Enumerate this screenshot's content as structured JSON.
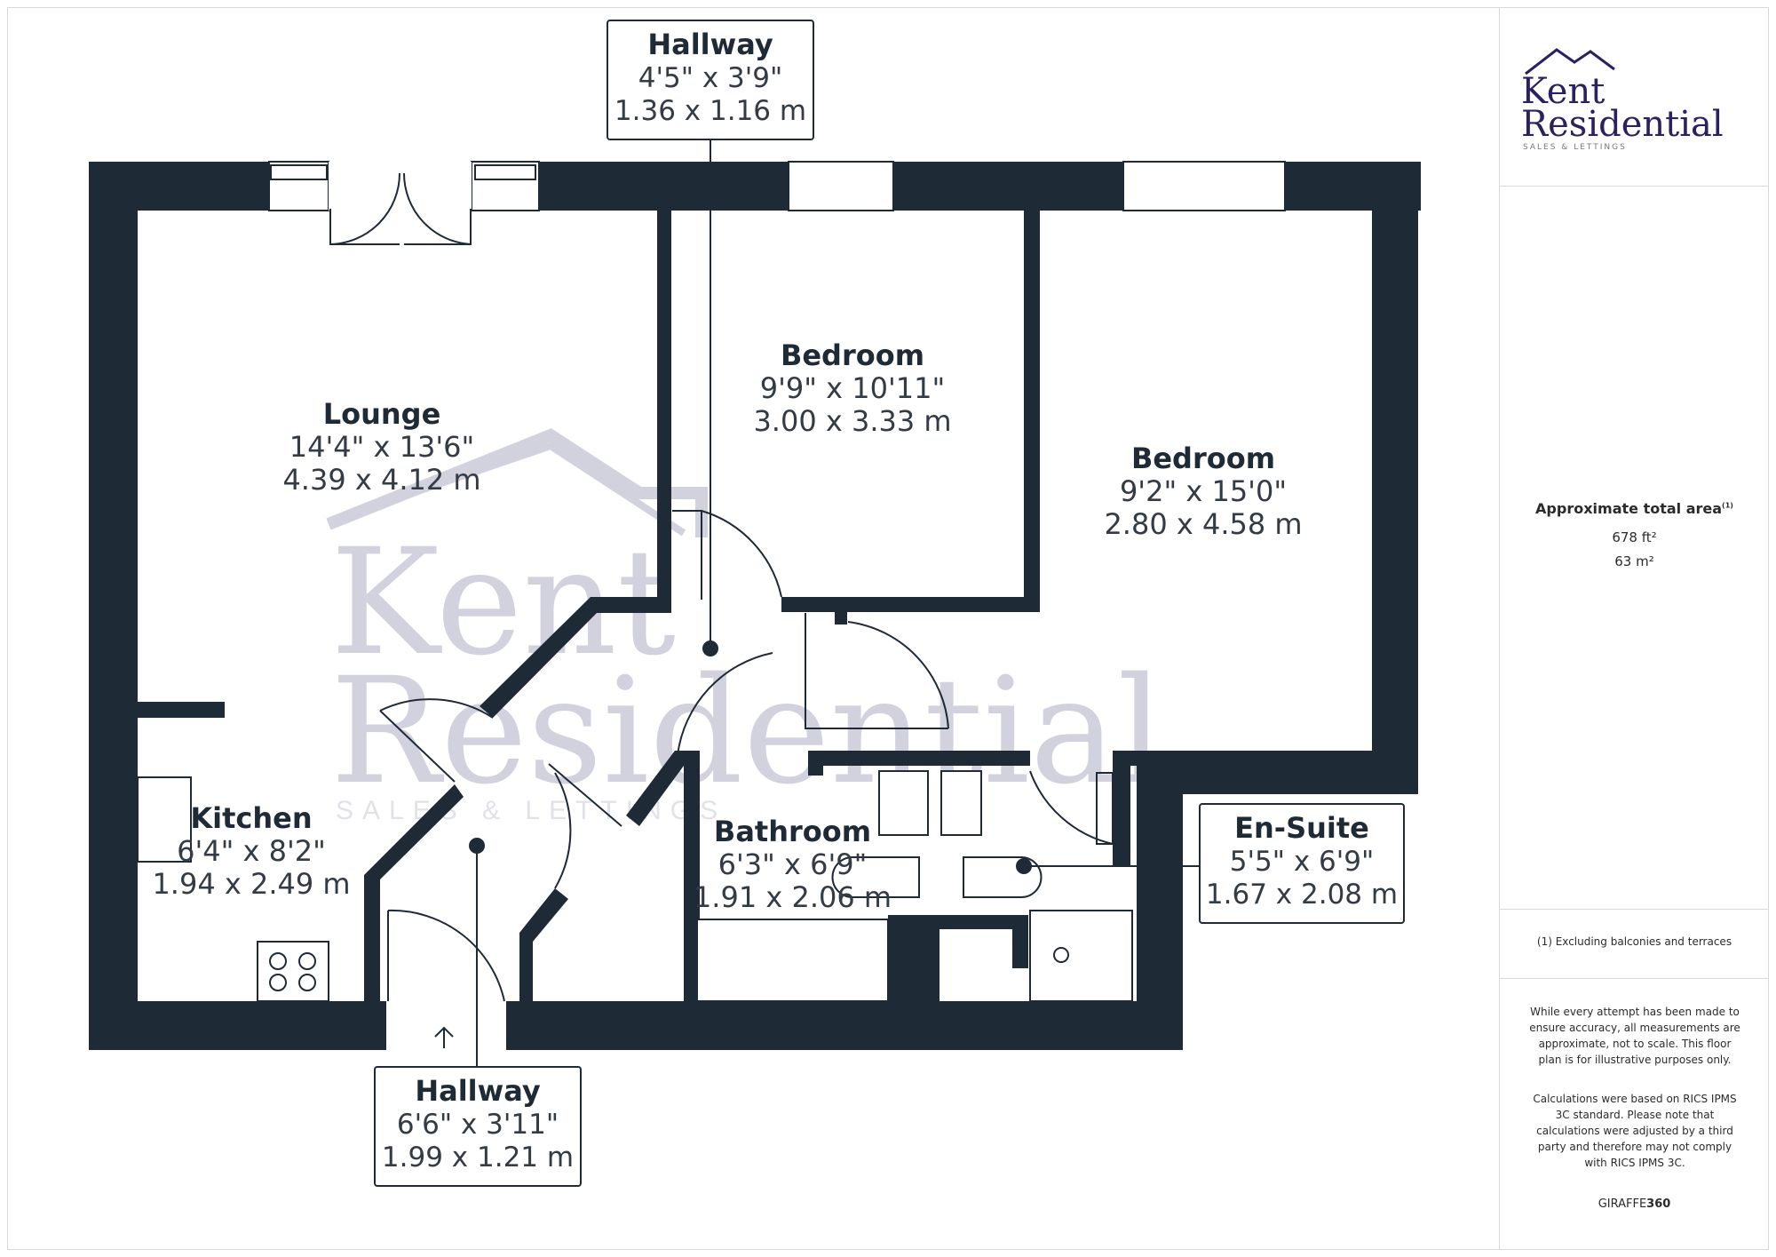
{
  "rooms": {
    "lounge": {
      "name": "Lounge",
      "imperial": "14'4\" x 13'6\"",
      "metric": "4.39 x 4.12 m"
    },
    "bedroom1": {
      "name": "Bedroom",
      "imperial": "9'9\" x 10'11\"",
      "metric": "3.00 x 3.33 m"
    },
    "bedroom2": {
      "name": "Bedroom",
      "imperial": "9'2\" x 15'0\"",
      "metric": "2.80 x 4.58 m"
    },
    "kitchen": {
      "name": "Kitchen",
      "imperial": "6'4\" x 8'2\"",
      "metric": "1.94 x 2.49 m"
    },
    "bathroom": {
      "name": "Bathroom",
      "imperial": "6'3\" x 6'9\"",
      "metric": "1.91 x 2.06 m"
    },
    "ensuite": {
      "name": "En-Suite",
      "imperial": "5'5\" x 6'9\"",
      "metric": "1.67 x 2.08 m"
    },
    "hallway_top": {
      "name": "Hallway",
      "imperial": "4'5\" x 3'9\"",
      "metric": "1.36 x 1.16 m"
    },
    "hallway_bottom": {
      "name": "Hallway",
      "imperial": "6'6\" x 3'11\"",
      "metric": "1.99 x 1.21 m"
    }
  },
  "watermark": {
    "line1": "Kent",
    "line2": "Residential",
    "line3": "SALES & LETTINGS"
  },
  "brand": {
    "line1": "Kent",
    "line2": "Residential",
    "tagline": "SALES & LETTINGS",
    "color": "#2d2060"
  },
  "sidebar": {
    "area_heading": "Approximate total area",
    "area_footnote_mark": "(1)",
    "area_sqft": "678 ft²",
    "area_sqm": "63 m²",
    "footnote": "(1) Excluding balconies and terraces",
    "disclaimer1": "While every attempt has been made to ensure accuracy, all measurements are approximate, not to scale. This floor plan is for illustrative purposes only.",
    "disclaimer2": "Calculations were based on RICS IPMS 3C standard. Please note that calculations were adjusted by a third party and therefore may not comply with RICS IPMS 3C.",
    "credit_light": "GIRAFFE",
    "credit_bold": "360"
  },
  "colors": {
    "wall": "#1f2a37",
    "watermark": "#cfd0dc"
  }
}
